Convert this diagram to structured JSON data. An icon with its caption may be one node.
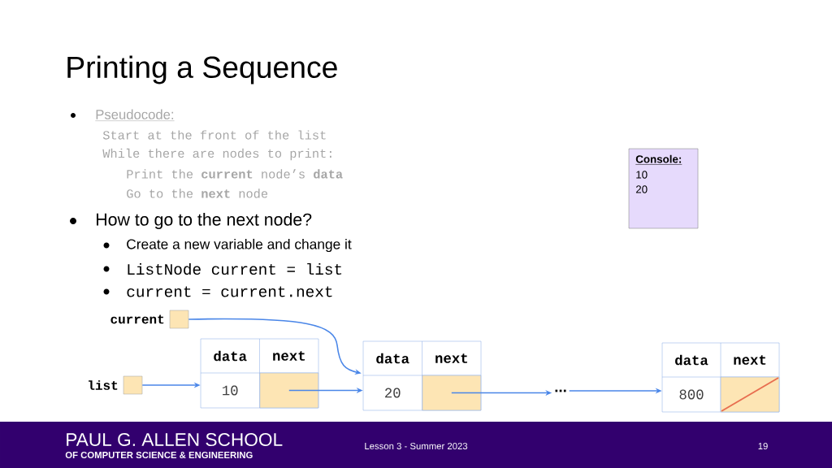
{
  "diagram": {
    "title": "Printing a Sequence",
    "nodes": [
      {
        "text": [],
        "shape": "box",
        "beside": [
          "current"
        ]
      },
      {
        "text": [],
        "shape": "box",
        "beside": [
          "list"
        ]
      },
      {
        "text": [
          "data",
          "next",
          "10"
        ]
      },
      {
        "text": [],
        "shape": "box",
        "in": 2
      },
      {
        "text": [
          "data",
          "next",
          "20"
        ]
      },
      {
        "text": [],
        "shape": "box",
        "in": 4
      },
      {
        "text": [
          "..."
        ]
      },
      {
        "text": [
          "data",
          "next",
          "800"
        ]
      },
      {
        "text": [],
        "shape": "box",
        "in": 7
      },
      {
        "text": [
          "Console:",
          "10",
          "20"
        ]
      }
    ],
    "edges": [
      {
        "from": 0,
        "to": 4,
        "arrow": "to"
      },
      {
        "from": 1,
        "to": 2,
        "arrow": "to"
      },
      {
        "from": 3,
        "to": 4,
        "arrow": "to"
      },
      {
        "from": 5,
        "to": 6,
        "arrow": "to"
      },
      {
        "from": 6,
        "to": 7,
        "arrow": "to"
      }
    ],
    "labels": [
      "Pseudocode:",
      "Start at the front of the list",
      "While there are nodes to print:",
      "Print the **current** node’s **data**",
      "Go to the **next** node",
      "How to go to the next node?",
      "Create a new variable and change it",
      "ListNode current = list",
      "current = current.next",
      "PAUL G. ALLEN SCHOOL",
      "OF COMPUTER SCIENCE & ENGINEERING",
      "Lesson 3 - Summer 2023",
      "19"
    ]
  }
}
